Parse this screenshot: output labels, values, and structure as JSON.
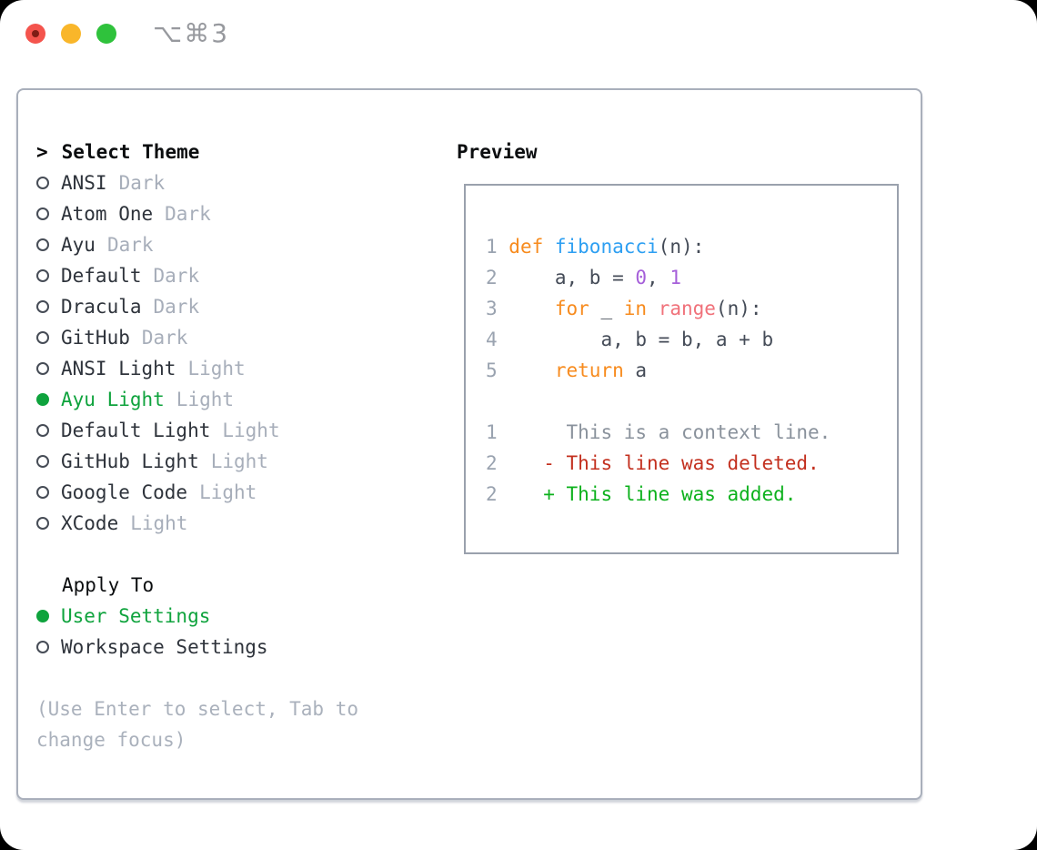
{
  "window": {
    "title": "⌥⌘3",
    "traffic_lights": {
      "close": "close-traffic-light",
      "minimize": "minimize-traffic-light",
      "zoom": "zoom-traffic-light"
    }
  },
  "colors": {
    "selected_green": "#0fa33d",
    "diff_added_green": "#0cb11c",
    "diff_deleted_red": "#c3301f",
    "keyword_orange": "#f78b1e",
    "function_blue": "#2d9ff2",
    "constant_purple": "#a55fd9",
    "builtin_coral": "#f0717a",
    "muted_gray": "#a7aeba",
    "panel_border": "#a9afbb"
  },
  "theme_picker": {
    "prompt": ">",
    "title": "Select Theme",
    "themes": [
      {
        "name": "ANSI",
        "tag": "Dark",
        "selected": false
      },
      {
        "name": "Atom One",
        "tag": "Dark",
        "selected": false
      },
      {
        "name": "Ayu",
        "tag": "Dark",
        "selected": false
      },
      {
        "name": "Default",
        "tag": "Dark",
        "selected": false
      },
      {
        "name": "Dracula",
        "tag": "Dark",
        "selected": false
      },
      {
        "name": "GitHub",
        "tag": "Dark",
        "selected": false
      },
      {
        "name": "ANSI Light",
        "tag": "Light",
        "selected": false
      },
      {
        "name": "Ayu Light",
        "tag": "Light",
        "selected": true
      },
      {
        "name": "Default Light",
        "tag": "Light",
        "selected": false
      },
      {
        "name": "GitHub Light",
        "tag": "Light",
        "selected": false
      },
      {
        "name": "Google Code",
        "tag": "Light",
        "selected": false
      },
      {
        "name": "XCode",
        "tag": "Light",
        "selected": false
      }
    ]
  },
  "apply_to": {
    "title": "Apply To",
    "options": [
      {
        "label": "User Settings",
        "selected": true
      },
      {
        "label": "Workspace Settings",
        "selected": false
      }
    ]
  },
  "hint": "(Use Enter to select, Tab to change focus)",
  "preview": {
    "title": "Preview",
    "lines": [
      {
        "num": "1",
        "tokens": [
          {
            "t": "def ",
            "c": "kw"
          },
          {
            "t": "fibonacci",
            "c": "fn"
          },
          {
            "t": "(n):",
            "c": "plain"
          }
        ]
      },
      {
        "num": "2",
        "tokens": [
          {
            "t": "    a, b = ",
            "c": "plain"
          },
          {
            "t": "0",
            "c": "num"
          },
          {
            "t": ", ",
            "c": "plain"
          },
          {
            "t": "1",
            "c": "num"
          }
        ]
      },
      {
        "num": "3",
        "tokens": [
          {
            "t": "    ",
            "c": "plain"
          },
          {
            "t": "for",
            "c": "kw"
          },
          {
            "t": " _ ",
            "c": "plain"
          },
          {
            "t": "in",
            "c": "kw"
          },
          {
            "t": " ",
            "c": "plain"
          },
          {
            "t": "range",
            "c": "red"
          },
          {
            "t": "(n):",
            "c": "plain"
          }
        ]
      },
      {
        "num": "4",
        "tokens": [
          {
            "t": "        a, b = b, a + b",
            "c": "plain"
          }
        ]
      },
      {
        "num": "5",
        "tokens": [
          {
            "t": "    ",
            "c": "plain"
          },
          {
            "t": "return",
            "c": "kw"
          },
          {
            "t": " a",
            "c": "plain"
          }
        ]
      },
      {
        "num": "",
        "tokens": []
      },
      {
        "num": "1",
        "tokens": [
          {
            "t": "     This is a context line.",
            "c": "ctx"
          }
        ]
      },
      {
        "num": "2",
        "tokens": [
          {
            "t": "   - This line was deleted.",
            "c": "del"
          }
        ]
      },
      {
        "num": "2",
        "tokens": [
          {
            "t": "   + This line was added.",
            "c": "add"
          }
        ]
      }
    ]
  }
}
